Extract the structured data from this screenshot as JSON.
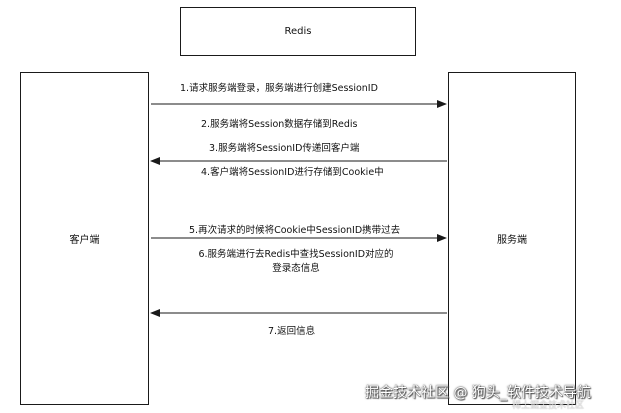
{
  "nodes": {
    "redis": "Redis",
    "client": "客户端",
    "server": "服务端"
  },
  "messages": [
    {
      "id": "m1",
      "text": "1.请求服务端登录，服务端进行创建SessionID",
      "direction": "client-to-server"
    },
    {
      "id": "m2",
      "text": "2.服务端将Session数据存储到Redis",
      "direction": "none"
    },
    {
      "id": "m3",
      "text": "3.服务端将SessionID传递回客户端",
      "direction": "server-to-client"
    },
    {
      "id": "m4",
      "text": "4.客户端将SessionID进行存储到Cookie中",
      "direction": "none"
    },
    {
      "id": "m5",
      "text": "5.再次请求的时候将Cookie中SessionID携带过去",
      "direction": "client-to-server"
    },
    {
      "id": "m6",
      "text_line1": "6.服务端进行去Redis中查找SessionID对应的",
      "text_line2": "登录态信息",
      "direction": "none"
    },
    {
      "id": "m7",
      "text": "7.返回信息",
      "direction": "server-to-client"
    }
  ],
  "watermark": {
    "text": "掘金技术社区 @ 狗头_软件技术导航",
    "sub": "稀土掘金技术社区"
  },
  "colors": {
    "line": "#1a1a1a",
    "background": "#ffffff"
  }
}
